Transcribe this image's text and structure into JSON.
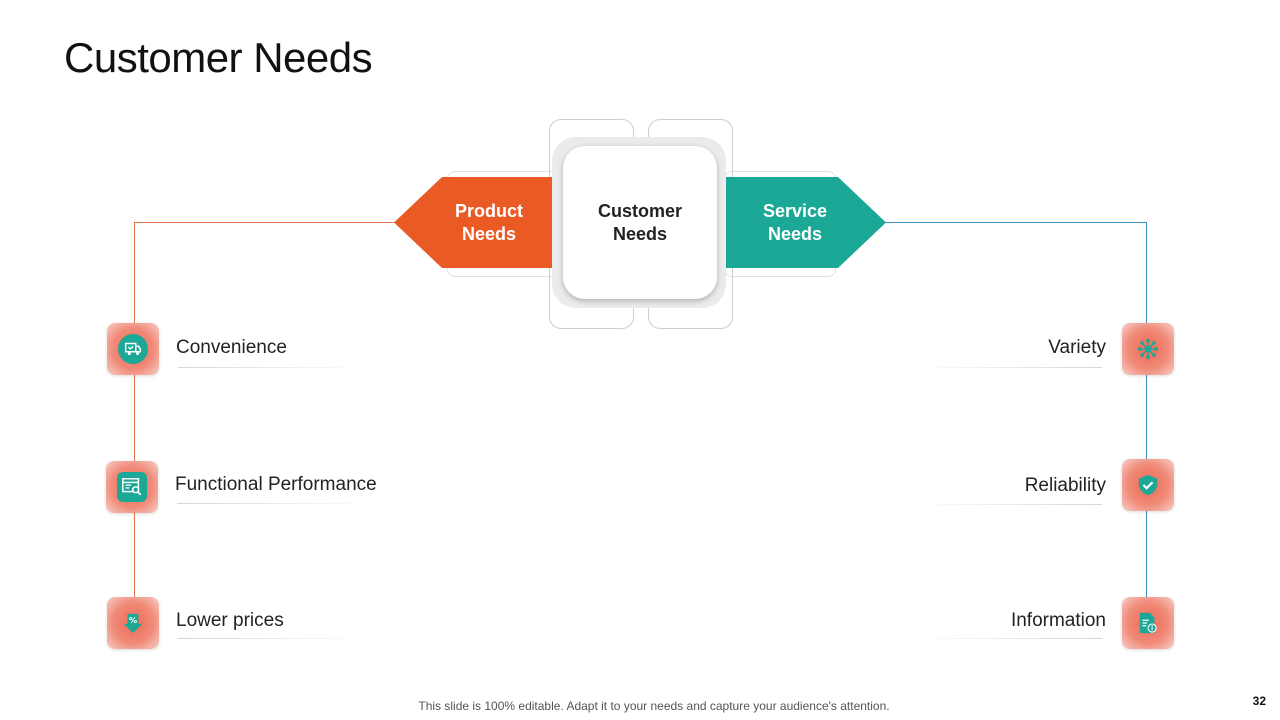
{
  "slide": {
    "title": "Customer Needs",
    "footer": "This slide is 100% editable. Adapt it to your needs and capture your audience's attention.",
    "page_number": "32"
  },
  "diagram": {
    "center": {
      "label": "Customer Needs"
    },
    "left_branch": {
      "label": "Product Needs",
      "color": "#e95a24",
      "items": [
        {
          "label": "Convenience",
          "icon": "truck-check-icon"
        },
        {
          "label": "Functional Performance",
          "icon": "browser-search-icon"
        },
        {
          "label": "Lower prices",
          "icon": "percent-down-icon"
        }
      ]
    },
    "right_branch": {
      "label": "Service Needs",
      "color": "#1ba896",
      "items": [
        {
          "label": "Variety",
          "icon": "network-icon"
        },
        {
          "label": "Reliability",
          "icon": "shield-check-icon"
        },
        {
          "label": "Information",
          "icon": "document-info-icon"
        }
      ]
    }
  }
}
